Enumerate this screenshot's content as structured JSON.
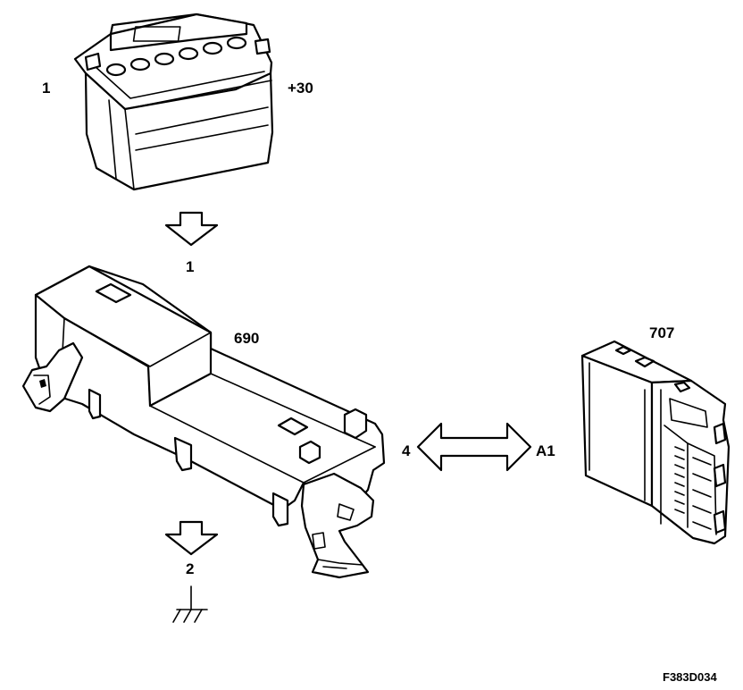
{
  "battery": {
    "pin_label": "1",
    "terminal_label": "+30"
  },
  "fuse_box": {
    "number": "690",
    "input_pin": "1",
    "ground_pin": "2",
    "bus_pin": "4"
  },
  "control_module": {
    "number": "707",
    "bus_pin": "A1"
  },
  "figure_code": "F383D034",
  "icons": {
    "power_arrow": "arrow-down-icon",
    "ground": "ground-icon",
    "bus_link": "double-arrow-icon"
  }
}
